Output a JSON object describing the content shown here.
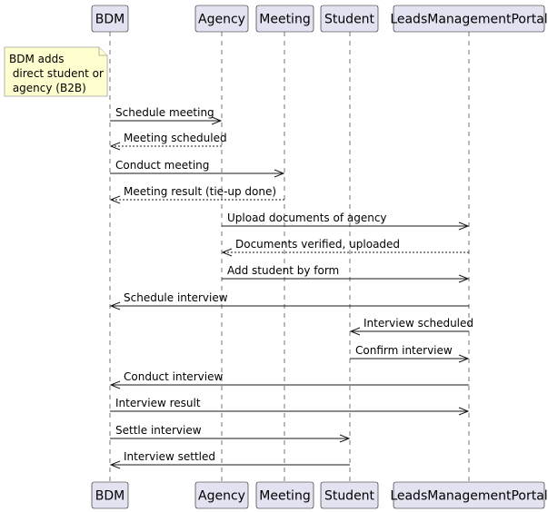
{
  "participants": [
    {
      "id": "bdm",
      "label": "BDM"
    },
    {
      "id": "agency",
      "label": "Agency"
    },
    {
      "id": "meeting",
      "label": "Meeting"
    },
    {
      "id": "student",
      "label": "Student"
    },
    {
      "id": "portal",
      "label": "LeadsManagementPortal"
    }
  ],
  "note": {
    "lines": [
      "BDM adds",
      " direct student or",
      " agency (B2B)"
    ]
  },
  "messages": [
    {
      "from": "bdm",
      "to": "agency",
      "label": "Schedule meeting",
      "style": "solid"
    },
    {
      "from": "agency",
      "to": "bdm",
      "label": "Meeting scheduled",
      "style": "dashed"
    },
    {
      "from": "bdm",
      "to": "meeting",
      "label": "Conduct meeting",
      "style": "solid"
    },
    {
      "from": "meeting",
      "to": "bdm",
      "label": "Meeting result (tie-up done)",
      "style": "dashed"
    },
    {
      "from": "agency",
      "to": "portal",
      "label": "Upload documents of agency",
      "style": "solid"
    },
    {
      "from": "portal",
      "to": "agency",
      "label": "Documents verified, uploaded",
      "style": "dashed"
    },
    {
      "from": "agency",
      "to": "portal",
      "label": "Add student by form",
      "style": "solid"
    },
    {
      "from": "portal",
      "to": "bdm",
      "label": "Schedule interview",
      "style": "solid"
    },
    {
      "from": "portal",
      "to": "student",
      "label": "Interview scheduled",
      "style": "solid"
    },
    {
      "from": "student",
      "to": "portal",
      "label": "Confirm interview",
      "style": "solid"
    },
    {
      "from": "portal",
      "to": "bdm",
      "label": "Conduct interview",
      "style": "solid"
    },
    {
      "from": "bdm",
      "to": "portal",
      "label": "Interview result",
      "style": "solid"
    },
    {
      "from": "bdm",
      "to": "student",
      "label": "Settle interview",
      "style": "solid"
    },
    {
      "from": "student",
      "to": "bdm",
      "label": "Interview settled",
      "style": "solid"
    }
  ]
}
